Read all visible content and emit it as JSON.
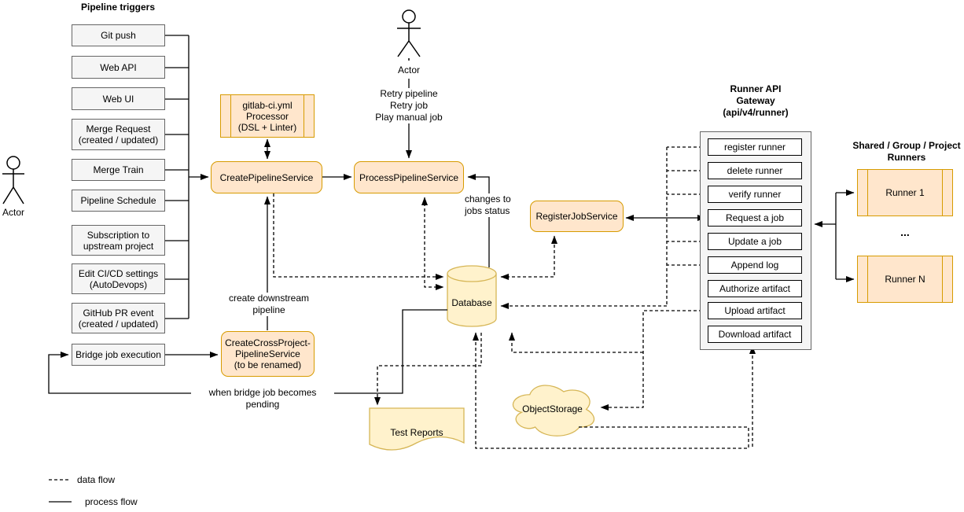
{
  "triggers": {
    "title": "Pipeline triggers",
    "items": [
      "Git push",
      "Web API",
      "Web UI",
      "Merge Request\n(created / updated)",
      "Merge Train",
      "Pipeline Schedule",
      "Subscription to\nupstream project",
      "Edit CI/CD settings\n(AutoDevops)",
      "GitHub PR event\n(created / updated)"
    ],
    "bridge": "Bridge job execution"
  },
  "actors": {
    "left": "Actor",
    "top": "Actor"
  },
  "services": {
    "processor": "gitlab-ci.yml\nProcessor\n(DSL + Linter)",
    "create_pipeline": "CreatePipelineService",
    "process_pipeline": "ProcessPipelineService",
    "register_job": "RegisterJobService",
    "cross_project": "CreateCrossProject-\nPipelineService\n(to be renamed)"
  },
  "storage": {
    "database": "Database",
    "test_reports": "Test Reports",
    "object_storage": "ObjectStorage"
  },
  "gateway": {
    "title": "Runner API\nGateway\n(api/v4/runner)",
    "endpoints": [
      "register runner",
      "delete runner",
      "verify runner",
      "Request a job",
      "Update a job",
      "Append log",
      "Authorize artifact",
      "Upload artifact",
      "Download artifact"
    ]
  },
  "runners": {
    "title": "Shared / Group / Project\nRunners",
    "runner1": "Runner 1",
    "ellipsis": "...",
    "runnerN": "Runner N"
  },
  "edge_labels": {
    "retry": "Retry pipeline\nRetry job\nPlay manual job",
    "changes": "changes to\njobs status",
    "create_downstream": "create downstream\npipeline",
    "when_bridge": "when bridge job becomes pending"
  },
  "legend": {
    "data_flow": "data flow",
    "process_flow": "process flow"
  },
  "colors": {
    "service_fill": "#ffe6cc",
    "service_stroke": "#d79b00",
    "storage_fill": "#fff2cc",
    "storage_stroke": "#d6b656",
    "trigger_fill": "#f5f5f5",
    "trigger_stroke": "#666666",
    "endpoint_fill": "#ffffff",
    "line": "#000000"
  }
}
